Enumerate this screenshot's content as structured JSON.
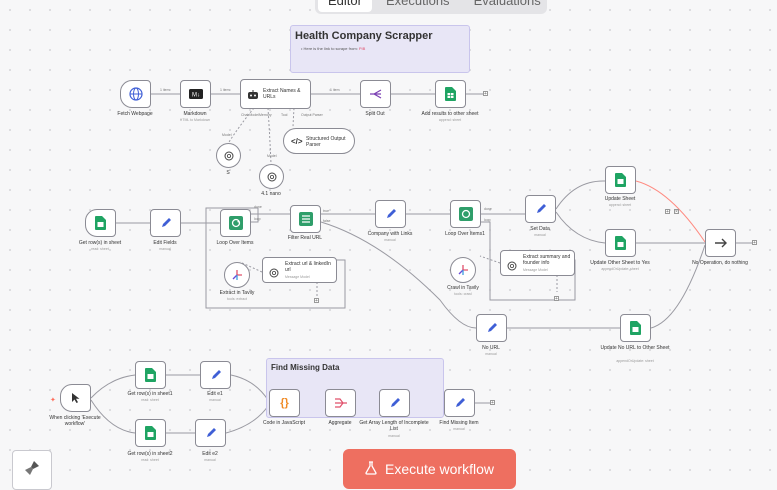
{
  "tabs": [
    "Editor",
    "Executions",
    "Evaluations"
  ],
  "sticky_main": {
    "title": "Health Company Scrapper",
    "bullet_prefix": "Here is the link to scrape from:",
    "bullet_link": "PIB"
  },
  "sticky_missing": {
    "title": "Find Missing Data"
  },
  "nodes": {
    "fetch_webpage": {
      "label": "Fetch Webpage"
    },
    "markdown": {
      "label": "Markdown",
      "sub": "HTML to Markdown"
    },
    "extract_names": {
      "label": "Extract Names & URLs"
    },
    "split_out": {
      "label": "Split Out"
    },
    "add_results": {
      "label": "Add results to other sheet",
      "sub": "append: sheet"
    },
    "structured_parser": {
      "label": "Structured Output Parser"
    },
    "model_s": {
      "label": "S"
    },
    "model_41": {
      "label": "4.1 nano"
    },
    "get_rows": {
      "label": "Get row(s) in sheet",
      "sub": "read: sheet"
    },
    "edit_fields": {
      "label": "Edit Fields",
      "sub": "manual"
    },
    "loop_over": {
      "label": "Loop Over Items"
    },
    "filter_real": {
      "label": "Filter Real URL"
    },
    "company_links": {
      "label": "Company with Links",
      "sub": "manual"
    },
    "loop_over1": {
      "label": "Loop Over Items1"
    },
    "set_data": {
      "label": "Set Data",
      "sub": "manual"
    },
    "update_sheet": {
      "label": "Update Sheet",
      "sub": "append: sheet"
    },
    "update_other_yes": {
      "label": "Update Other Sheet to Yes",
      "sub": "appendOrUpdate: sheet"
    },
    "no_op": {
      "label": "No Operation, do nothing"
    },
    "extract_url_linkedin": {
      "title": "Extract url & linkedIn url",
      "sub": "Message Model"
    },
    "extract_tavily": {
      "label": "Extract in Tavily",
      "sub": "tools: extract"
    },
    "extract_summary": {
      "title": "Extract summary and founder info",
      "sub": "Message Model"
    },
    "crawl_tavily": {
      "label": "Crawl in Tavily",
      "sub": "tools: crawl"
    },
    "no_url": {
      "label": "No URL",
      "sub": "manual"
    },
    "update_no_url": {
      "label": "Update No URL to Other Sheet",
      "sub": "appendOrUpdate: sheet"
    },
    "when_clicking": {
      "label": "When clicking 'Execute workflow'"
    },
    "get_rows1": {
      "label": "Get row(s) in sheet1",
      "sub": "read: sheet"
    },
    "get_rows2": {
      "label": "Get row(s) in sheet2",
      "sub": "read: sheet"
    },
    "edit_e1": {
      "label": "Edit e1",
      "sub": "manual"
    },
    "edit_e2": {
      "label": "Edit e2",
      "sub": "manual"
    },
    "code_js": {
      "label": "Code in JavaScript"
    },
    "aggregate": {
      "label": "Aggregate"
    },
    "get_array_length": {
      "label": "Get Array Length of Incomplete List",
      "sub": "manual"
    },
    "find_missing": {
      "label": "Find Missing Item",
      "sub": "manual"
    }
  },
  "conn_labels": {
    "one_item_a": "1 item",
    "one_item_b": "1 item",
    "one_item_c": "1 item",
    "done": "done",
    "loop": "loop",
    "true_lbl": "true",
    "false_lbl": "false",
    "chat_model": "Chat Model",
    "memory": "Memory",
    "tool": "Tool",
    "output_parser": "Output Parser",
    "model_a": "Model",
    "model_b": "Model"
  },
  "execute_button": {
    "label": "Execute workflow"
  },
  "colors": {
    "accent": "#ee6f60",
    "sheets_green": "#1fa463",
    "set_blue": "#3f5fd6",
    "loop_green": "#2f9e6a",
    "sticky": "#e8e6f6",
    "highlight_wire": "#ff8a80"
  }
}
